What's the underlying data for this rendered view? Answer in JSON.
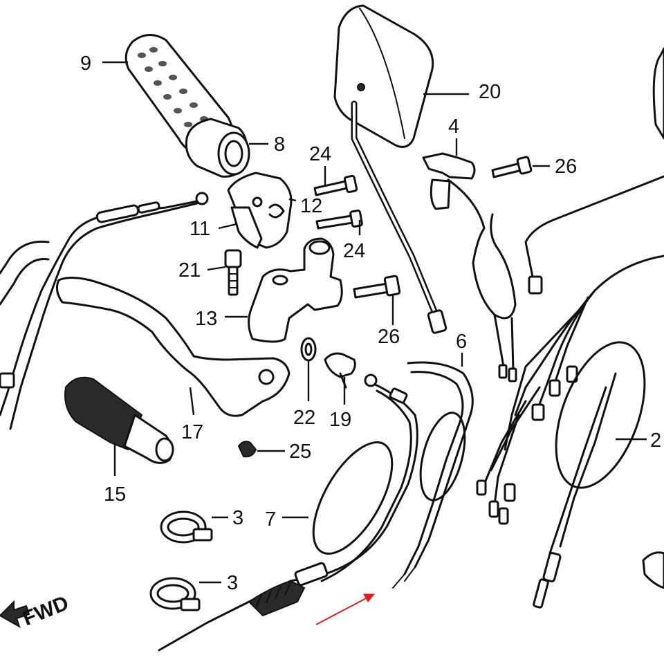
{
  "callouts": {
    "p9": "9",
    "p8": "8",
    "p20": "20",
    "p4": "4",
    "p26a": "26",
    "p24a": "24",
    "p12": "12",
    "p11": "11",
    "p24b": "24",
    "p21": "21",
    "p13": "13",
    "p26b": "26",
    "p6": "6",
    "p22": "22",
    "p19": "19",
    "p17": "17",
    "p25": "25",
    "p15": "15",
    "p3a": "3",
    "p7": "7",
    "p3b": "3",
    "p2": "2"
  },
  "direction_marker": {
    "label": "FWD"
  },
  "colors": {
    "line": "#111111",
    "pointer_arrow": "#e02020",
    "background": "#ffffff"
  }
}
